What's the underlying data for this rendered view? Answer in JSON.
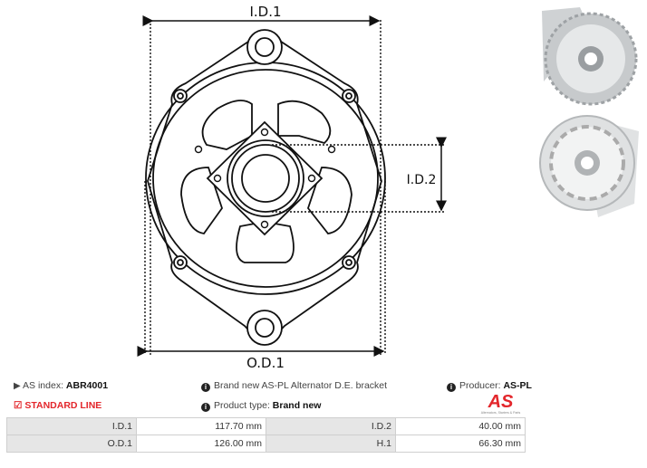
{
  "drawing": {
    "labels": {
      "id1": "I.D.1",
      "id2": "I.D.2",
      "od1": "O.D.1"
    }
  },
  "info": {
    "as_index_label": "AS index:",
    "as_index_value": "ABR4001",
    "line": "STANDARD LINE",
    "description": "Brand new AS-PL Alternator D.E. bracket",
    "product_type_label": "Product type:",
    "product_type_value": "Brand new",
    "producer_label": "Producer:",
    "producer_value": "AS-PL",
    "logo_text": "AS",
    "logo_tagline": "Alternators, Starters & Parts"
  },
  "colors": {
    "accent": "#e3262b"
  },
  "specs": [
    {
      "l1": "I.D.1",
      "v1": "117.70 mm",
      "l2": "I.D.2",
      "v2": "40.00 mm"
    },
    {
      "l1": "O.D.1",
      "v1": "126.00 mm",
      "l2": "H.1",
      "v2": "66.30 mm"
    }
  ]
}
